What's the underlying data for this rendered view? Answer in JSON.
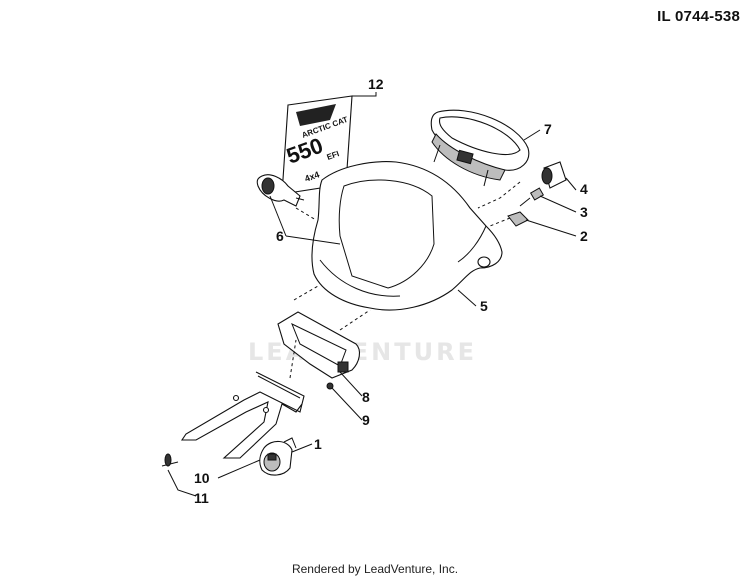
{
  "illustration_code": "IL 0744-538",
  "footer": "Rendered by LeadVenture, Inc.",
  "watermark": "LEADVENTURE",
  "decal": {
    "brand": "ARCTIC CAT",
    "model": "550",
    "variant": "EFI",
    "drive": "4x4"
  },
  "callouts": [
    "12",
    "7",
    "4",
    "3",
    "2",
    "6",
    "5",
    "8",
    "9",
    "1",
    "10",
    "11"
  ]
}
